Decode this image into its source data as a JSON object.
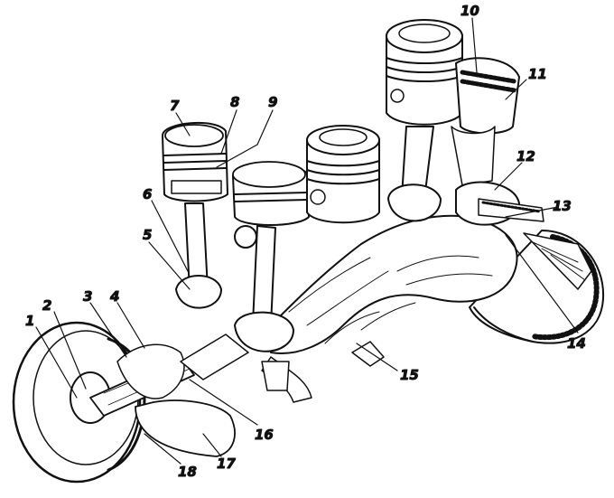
{
  "colors": {
    "ink": "#111111",
    "paper": "#ffffff"
  },
  "labels": [
    {
      "id": "1",
      "text": "1"
    },
    {
      "id": "2",
      "text": "2"
    },
    {
      "id": "3",
      "text": "3"
    },
    {
      "id": "4",
      "text": "4"
    },
    {
      "id": "5",
      "text": "5"
    },
    {
      "id": "6",
      "text": "6"
    },
    {
      "id": "7",
      "text": "7"
    },
    {
      "id": "8",
      "text": "8"
    },
    {
      "id": "9",
      "text": "9"
    },
    {
      "id": "10",
      "text": "10"
    },
    {
      "id": "11",
      "text": "11"
    },
    {
      "id": "12",
      "text": "12"
    },
    {
      "id": "13",
      "text": "13"
    },
    {
      "id": "14",
      "text": "14"
    },
    {
      "id": "15",
      "text": "15"
    },
    {
      "id": "16",
      "text": "16"
    },
    {
      "id": "17",
      "text": "17"
    },
    {
      "id": "18",
      "text": "18"
    }
  ]
}
